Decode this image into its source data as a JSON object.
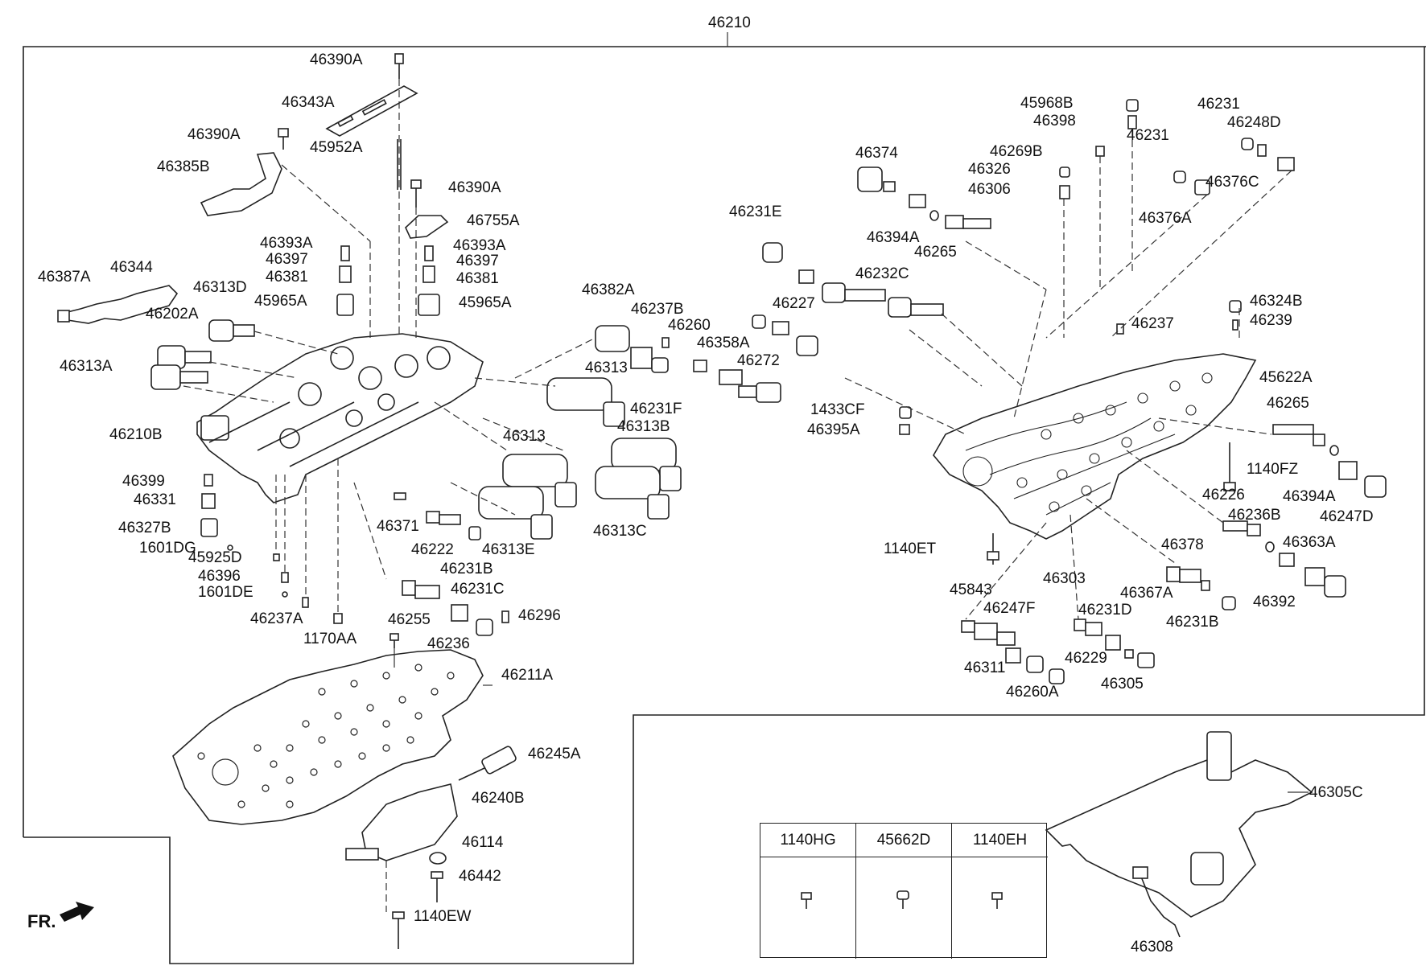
{
  "diagram": {
    "top_callout": "46210",
    "fr_label": "FR.",
    "left_parts": {
      "p46390A_1": "46390A",
      "p46343A": "46343A",
      "p46390A_2": "46390A",
      "p45952A": "45952A",
      "p46385B": "46385B",
      "p46390A_3": "46390A",
      "p46755A": "46755A",
      "p46393A_l": "46393A",
      "p46397_l": "46397",
      "p46381_l": "46381",
      "p45965A_l": "45965A",
      "p46393A_r": "46393A",
      "p46397_r": "46397",
      "p46381_r": "46381",
      "p45965A_r": "45965A",
      "p46387A": "46387A",
      "p46344": "46344",
      "p46313D": "46313D",
      "p46202A": "46202A",
      "p46313A": "46313A",
      "p46210B": "46210B",
      "p46399": "46399",
      "p46331": "46331",
      "p46327B": "46327B",
      "p1601DG": "1601DG",
      "p45925D": "45925D",
      "p46396": "46396",
      "p1601DE": "1601DE",
      "p46237A": "46237A",
      "p46382A": "46382A",
      "p46237B": "46237B",
      "p46260": "46260",
      "p46358A": "46358A",
      "p46313": "46313",
      "p46231F": "46231F",
      "p46313B": "46313B",
      "p46313_2": "46313",
      "p46313E": "46313E",
      "p46313C": "46313C",
      "p46371": "46371",
      "p46222": "46222",
      "p46231B": "46231B",
      "p46231C": "46231C",
      "p46296": "46296",
      "p46255": "46255",
      "p46236": "46236",
      "p1170AA": "1170AA",
      "p46211A": "46211A",
      "p46245A": "46245A",
      "p46240B": "46240B",
      "p46114": "46114",
      "p46442": "46442",
      "p1140EW": "1140EW"
    },
    "right_parts": {
      "p46231E": "46231E",
      "p46374": "46374",
      "p46394A": "46394A",
      "p46265": "46265",
      "p46232C": "46232C",
      "p46227": "46227",
      "p46272": "46272",
      "p45968B": "45968B",
      "p46398": "46398",
      "p46269B": "46269B",
      "p46326": "46326",
      "p46306": "46306",
      "p46231_a": "46231",
      "p46231_b": "46231",
      "p46248D": "46248D",
      "p46376C": "46376C",
      "p46376A": "46376A",
      "p46324B": "46324B",
      "p46239": "46239",
      "p46237": "46237",
      "p45622A": "45622A",
      "p46265_2": "46265",
      "p1433CF": "1433CF",
      "p46395A": "46395A",
      "p1140FZ": "1140FZ",
      "p46394A_2": "46394A",
      "p46247D": "46247D",
      "p46226": "46226",
      "p46236B": "46236B",
      "p46363A": "46363A",
      "p1140ET": "1140ET",
      "p46378": "46378",
      "p46367A": "46367A",
      "p46231B_2": "46231B",
      "p46392": "46392",
      "p45843": "45843",
      "p46303": "46303",
      "p46247F": "46247F",
      "p46231D": "46231D",
      "p46311": "46311",
      "p46229": "46229",
      "p46260A": "46260A",
      "p46305": "46305"
    },
    "lower_right": {
      "p46305C": "46305C",
      "p46308": "46308"
    },
    "fastener_table": {
      "headers": [
        "1140HG",
        "45662D",
        "1140EH"
      ]
    }
  }
}
